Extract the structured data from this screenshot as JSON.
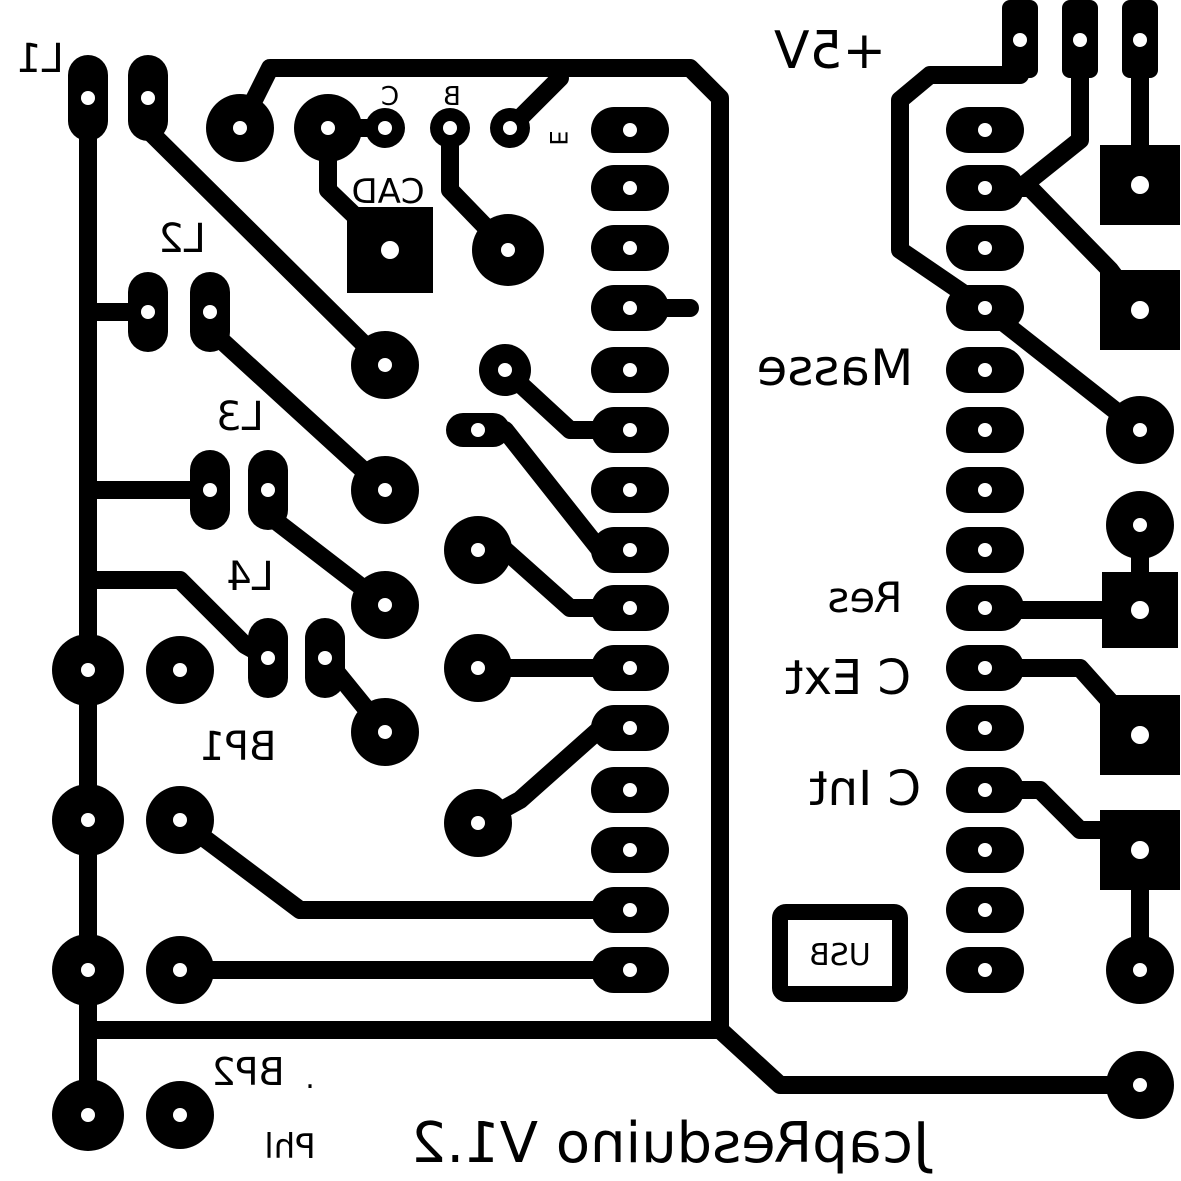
{
  "labels": {
    "l1": "L1",
    "l2": "L2",
    "l3": "L3",
    "l4": "L4",
    "bp1": "BP1",
    "bp2": "BP2",
    "dot": ".",
    "cad": "CAD",
    "b": "B",
    "c": "C",
    "e": "E",
    "v5": "+5V",
    "masse": "Masse",
    "res": "Res",
    "cext": "C Ext",
    "cint": "C Int",
    "usb": "USB",
    "title": "JcapResduino V1.2",
    "author": "Phl"
  },
  "colors": {
    "copper": "#000000",
    "background": "#ffffff"
  }
}
